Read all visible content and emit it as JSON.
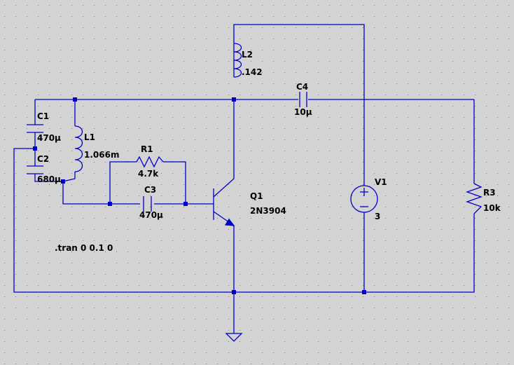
{
  "colors": {
    "background": "#d3d3d3",
    "grid_dot": "#7a7a7a",
    "wire": "#0000cc",
    "label": "#000000"
  },
  "components": {
    "C1": {
      "ref": "C1",
      "value": "470µ"
    },
    "C2": {
      "ref": "C2",
      "value": "680µ"
    },
    "C3": {
      "ref": "C3",
      "value": "470µ"
    },
    "C4": {
      "ref": "C4",
      "value": "10µ"
    },
    "L1": {
      "ref": "L1",
      "value": "1.066m"
    },
    "L2": {
      "ref": "L2",
      "value": ".142"
    },
    "R1": {
      "ref": "R1",
      "value": "4.7k"
    },
    "R3": {
      "ref": "R3",
      "value": "10k"
    },
    "Q1": {
      "ref": "Q1",
      "value": "2N3904"
    },
    "V1": {
      "ref": "V1",
      "value": "3"
    }
  },
  "directive": ".tran 0 0.1 0"
}
